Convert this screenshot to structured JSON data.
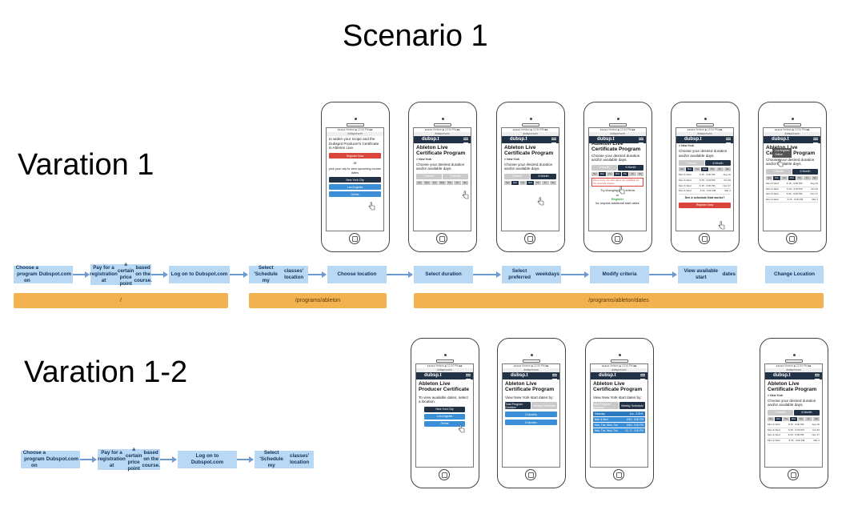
{
  "title": "Scenario 1",
  "variation1": {
    "label": "Varation 1",
    "flow": [
      [
        "Choose a program on",
        "Dubspot.com"
      ],
      [
        "Pay for  a registration at",
        "a certain price point",
        "based on the course."
      ],
      [
        "Log on to Dubspot.com"
      ],
      [
        "Select 'Schedule my",
        "classes' location"
      ],
      [
        "Choose location"
      ],
      [
        "Select duration"
      ],
      [
        "Select preferred",
        "weekdays"
      ],
      [
        "Modify criteria"
      ],
      [
        "View available start",
        "dates"
      ],
      [
        "Change Location"
      ]
    ],
    "urls": [
      "/",
      "/programs/ableton",
      "/programs/ableton/dates"
    ]
  },
  "variation2": {
    "label": "Varation 1-2",
    "flow": [
      [
        "Choose a program on",
        "Dubspot.com"
      ],
      [
        "Pay for  a registration at",
        "a certain price point",
        "based on the course."
      ],
      [
        "Log on to Dubspot.com"
      ],
      [
        "Select 'Schedule my",
        "classes' location"
      ]
    ]
  },
  "mock": {
    "status": "●●●●● Verizon  ◆   12:34 PM      ■■",
    "url": "dubspot.com",
    "logo": "dubsp.t",
    "program_title": "Ableton Live Certificate Program",
    "producer_title": "Ableton Live Producer Certificate",
    "location": "> New York",
    "intro": "to widen your scope and the Dubspot Producer's Certificate in Ableton Live.",
    "register": "Register Now",
    "or": "or",
    "pick_city": "pick your city to view upcoming course dates",
    "cities": [
      "New York City",
      "Los Angeles",
      "Online"
    ],
    "choose_text": "Choose your desired duration and/or available days.",
    "durations": [
      "3 Month",
      "6 Month"
    ],
    "days": [
      "Sun",
      "Mon",
      "Tue",
      "Wed",
      "Thu",
      "Fri",
      "Sat"
    ],
    "warning": "We're sorry. No start dates are available for the selected criteria.",
    "try_text": "Try changing your criteria",
    "register_link": "Register",
    "request_text": "for request additional start dates",
    "see_schedule": "See a schedule that works?",
    "schedule": [
      [
        "Mon & Wed",
        "6:15 - 9:00 PM",
        "Aug 16"
      ],
      [
        "Mon & Wed",
        "6:15 - 9:00 PM",
        "Oct 20"
      ],
      [
        "Mon & Wed",
        "6:15 - 9:00 PM",
        "Nov 17"
      ],
      [
        "Mon & Wed",
        "6:15 - 9:00 PM",
        "Mar 2"
      ]
    ],
    "popup_cities": [
      "Los Angeles",
      "Online"
    ],
    "to_view": "To view available dates, select a location.",
    "view_ny": "View New York start dates by:",
    "by_options": [
      "Total Program Duration",
      "Weekly Schedule"
    ],
    "months": [
      "3 Months",
      "6 Months"
    ],
    "weekly": [
      [
        "Saturday",
        "11a - 3:30 ft."
      ],
      [
        "Mon & Wed",
        "6/15 - 9:00 PM"
      ],
      [
        "Mon, Tue, Wed, Thu",
        "6/15 - 9:00 PM"
      ],
      [
        "Mon, Tue, Wed, Thu",
        "10 - 5 - 3:30 PM"
      ]
    ]
  }
}
